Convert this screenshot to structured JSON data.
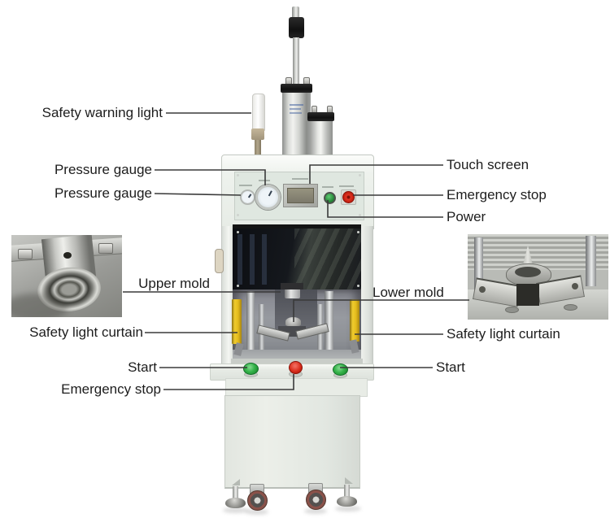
{
  "figure": {
    "type": "annotated-machine-photo",
    "subject": "vertical pneumatic press machine with safety light curtains"
  },
  "callouts": {
    "safety_warning_light": "Safety warning light",
    "pressure_gauge_top": "Pressure gauge",
    "pressure_gauge_bottom": "Pressure gauge",
    "touch_screen": "Touch screen",
    "emergency_stop_panel": "Emergency stop",
    "power": "Power",
    "upper_mold": "Upper mold",
    "lower_mold": "Lower mold",
    "safety_light_curtain_left": "Safety light curtain",
    "safety_light_curtain_right": "Safety light curtain",
    "start_left": "Start",
    "start_right": "Start",
    "emergency_stop_front": "Emergency stop"
  },
  "colors": {
    "label_text": "#1d1d1d",
    "leader_line": "#3a3a3a",
    "machine_body": "#edf1ec",
    "control_panel": "#dfe7e0",
    "curtain_yellow": "#e8c226",
    "start_green": "#2fae44",
    "emergency_red": "#d63020",
    "power_green": "#2e9e3e",
    "window_tint": "#15181d",
    "cabinet": "#e4e8e2"
  }
}
